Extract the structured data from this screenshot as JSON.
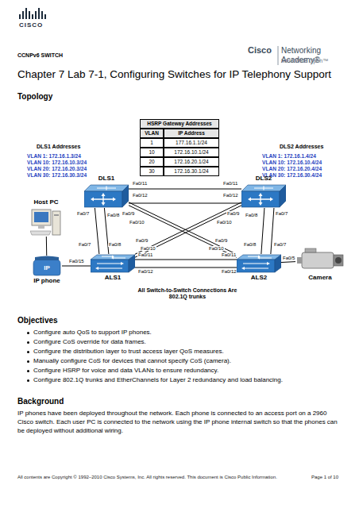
{
  "diagram": {
    "title": "Chapter 7 Lab 7-1, Configuring Switches for IP Telephony Support",
    "nodes": [
      {
        "text": [
          "DLS1"
        ]
      },
      {
        "text": [
          "DLS2"
        ]
      },
      {
        "text": [
          "Host PC"
        ]
      },
      {
        "text": [
          "IP",
          "IP phone"
        ]
      },
      {
        "text": [
          "ALS1"
        ]
      },
      {
        "text": [
          "ALS2"
        ]
      },
      {
        "text": [
          "Camera"
        ]
      }
    ],
    "edges": [
      {
        "from": 0,
        "to": 1,
        "arrow": "none"
      },
      {
        "from": 0,
        "to": 1,
        "arrow": "none"
      },
      {
        "from": 0,
        "to": 4,
        "arrow": "none"
      },
      {
        "from": 0,
        "to": 4,
        "arrow": "none"
      },
      {
        "from": 0,
        "to": 5,
        "arrow": "none"
      },
      {
        "from": 0,
        "to": 5,
        "arrow": "none"
      },
      {
        "from": 1,
        "to": 4,
        "arrow": "none"
      },
      {
        "from": 1,
        "to": 4,
        "arrow": "none"
      },
      {
        "from": 1,
        "to": 5,
        "arrow": "none"
      },
      {
        "from": 1,
        "to": 5,
        "arrow": "none"
      },
      {
        "from": 4,
        "to": 5,
        "arrow": "none"
      },
      {
        "from": 4,
        "to": 5,
        "arrow": "none"
      },
      {
        "from": 2,
        "to": 3,
        "arrow": "none"
      },
      {
        "from": 3,
        "to": 4,
        "arrow": "none"
      },
      {
        "from": 5,
        "to": 6,
        "arrow": "none"
      }
    ],
    "labels": [
      "CISCO",
      "CCNPv6 SWITCH",
      "Cisco",
      "Networking Academy®",
      "Mind Wide Open™",
      "Topology",
      "HSRP Gateway Addresses",
      "VLAN",
      "IP Address",
      "1",
      "177.16.1.1/24",
      "10",
      "172.16.10.1/24",
      "20",
      "172.16.20.1/24",
      "30",
      "172.16.30.1/24",
      "DLS1 Addresses",
      "VLAN 1: 172.16.1.3/24",
      "VLAN 10: 172.16.10.3/24",
      "VLAN 20: 172.16.20.3/24",
      "VLAN 30: 172.16.30.3/24",
      "DLS2 Addresses",
      "VLAN 1: 172.16.1.4/24",
      "VLAN 10: 172.16.10.4/24",
      "VLAN 20: 172.16.20.4/24",
      "VLAN 30: 172.16.30.4/24",
      "Fa0/11",
      "Fa0/12",
      "Fa0/11",
      "Fa0/12",
      "Fa0/7",
      "Fa0/8",
      "Fa0/9",
      "Fa0/10",
      "Fa0/9",
      "Fa0/10",
      "Fa0/8",
      "Fa0/7",
      "Fa0/7",
      "Fa0/8",
      "Fa0/9",
      "Fa0/10",
      "Fa0/11",
      "Fa0/12",
      "Fa0/15",
      "Fa0/9",
      "Fa0/10",
      "Fa0/8",
      "Fa0/7",
      "Fa0/11",
      "Fa0/12",
      "Fa0/5",
      "All Switch-to-Switch Connections Are 802.1Q trunks",
      "Objectives",
      "Configure auto QoS to support IP phones.",
      "Configure CoS override for data frames.",
      "Configure the distribution layer to trust access layer QoS measures.",
      "Manually configure CoS for devices that cannot specify CoS (camera).",
      "Configure HSRP for voice and data VLANs to ensure redundancy.",
      "Configure 802.1Q trunks and EtherChannels for Layer 2 redundancy and load balancing.",
      "Background",
      "IP phones have been deployed throughout the network. Each phone is connected to an access port on a 2960 Cisco switch. Each user PC is connected to the network using the IP phone internal switch so that the phones can be deployed without additional wiring.",
      "All contents are Copyright © 1992–2010 Cisco Systems, Inc. All rights reserved. This document is Cisco Public Information.",
      "Page 1 of 10"
    ]
  }
}
